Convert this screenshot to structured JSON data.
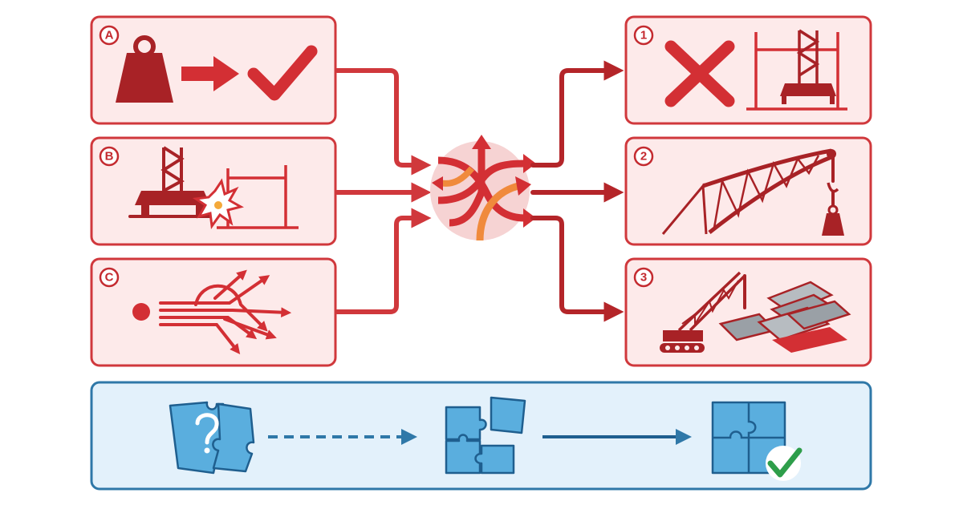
{
  "diagram": {
    "inputs": [
      {
        "badge": "A",
        "icon": "weight-to-check-icon"
      },
      {
        "badge": "B",
        "icon": "tower-collision-icon"
      },
      {
        "badge": "C",
        "icon": "scatter-paths-icon"
      }
    ],
    "hub": {
      "icon": "tangled-arrows-icon"
    },
    "outputs": [
      {
        "badge": "1",
        "icon": "reject-tower-icon"
      },
      {
        "badge": "2",
        "icon": "boom-crane-lift-icon"
      },
      {
        "badge": "3",
        "icon": "crawler-crane-plates-icon"
      }
    ],
    "bottom_flow": [
      {
        "icon": "puzzle-question-icon"
      },
      {
        "icon": "puzzle-partial-icon"
      },
      {
        "icon": "puzzle-complete-check-icon"
      }
    ]
  },
  "colors": {
    "red_stroke": "#d0383c",
    "red_fill": "#fdeaea",
    "dark_red": "#a82226",
    "blue_stroke": "#2f78a8",
    "blue_fill": "#e3f1fb",
    "puzzle_blue": "#5aaede",
    "check_green": "#2e9e4a"
  }
}
